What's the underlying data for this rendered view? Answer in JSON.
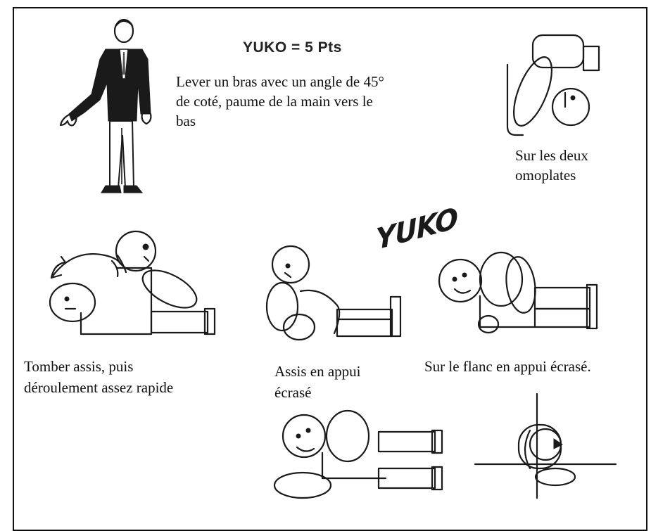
{
  "title": "YUKO = 5 Pts",
  "stamp_text": "YUKO",
  "referee_instruction": {
    "line1": "Lever un bras avec un angle de 45°",
    "line2": "de coté, paume de la main vers le",
    "line3": "bas"
  },
  "captions": {
    "omoplates_line1": "Sur les deux",
    "omoplates_line2": "omoplates",
    "tomber_line1": "Tomber assis, puis",
    "tomber_line2": "déroulement assez rapide",
    "assis_line1": "Assis en appui",
    "assis_line2": "écrasé",
    "flanc": "Sur le flanc en appui écrasé."
  }
}
